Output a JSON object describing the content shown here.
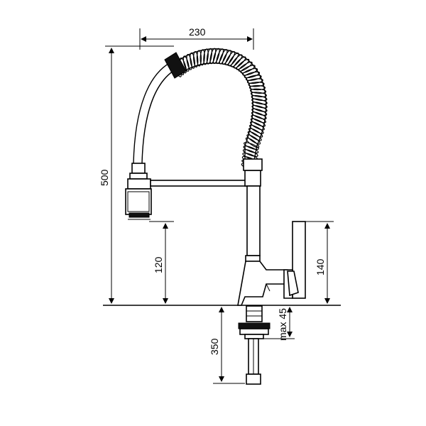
{
  "dimensions": {
    "spout_reach": "230",
    "total_height": "500",
    "spout_outlet_height": "120",
    "lever_height": "140",
    "hose_length": "350",
    "max_thickness": "max 45"
  }
}
